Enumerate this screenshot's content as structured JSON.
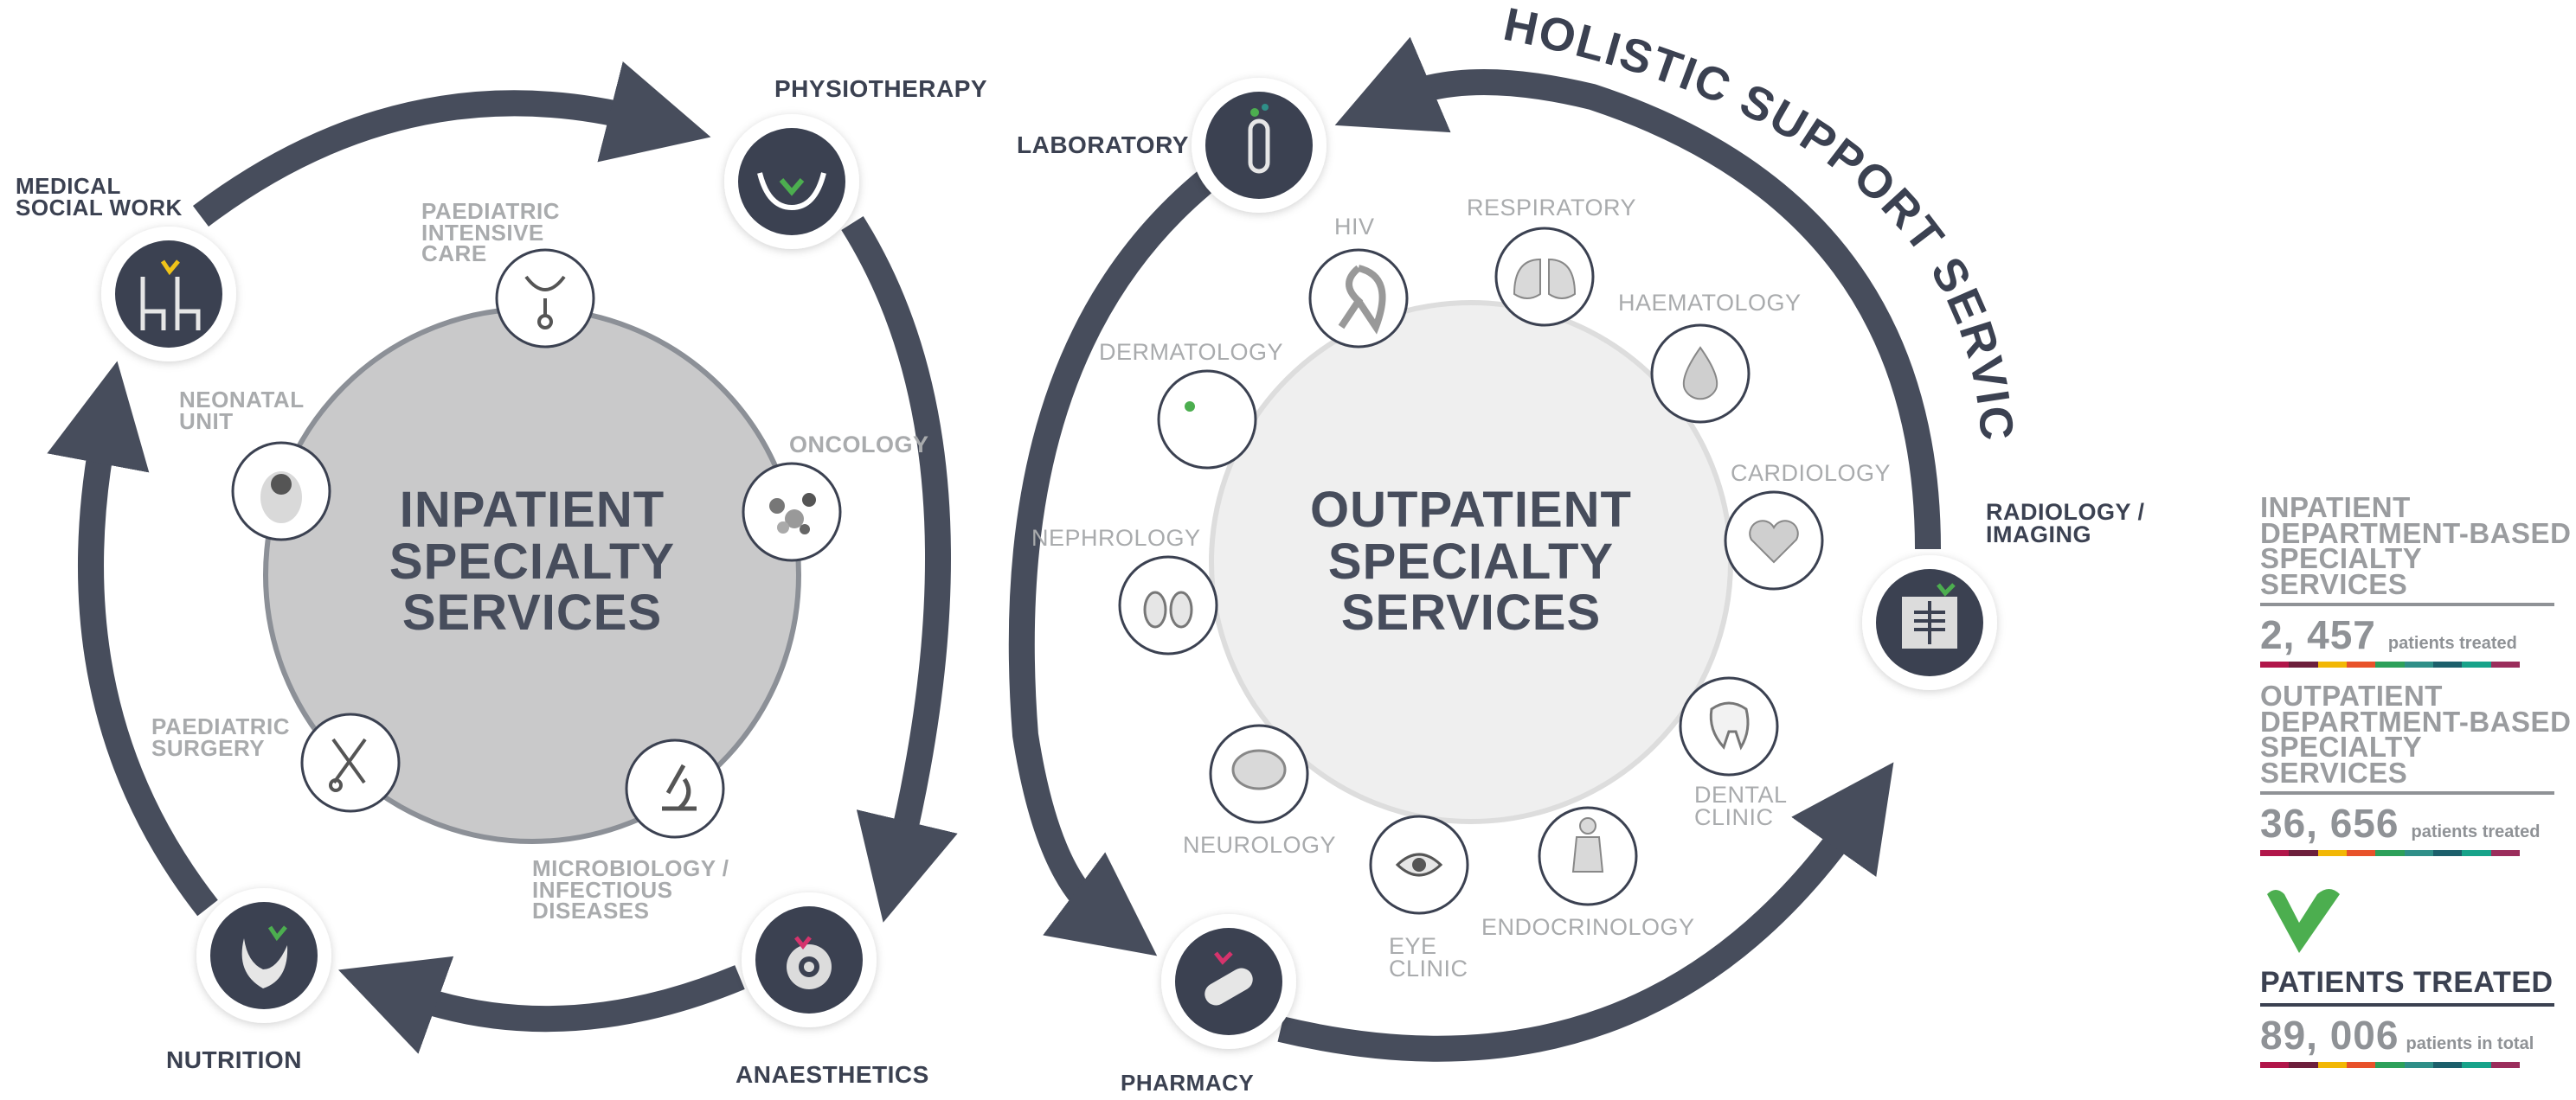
{
  "colors": {
    "arrow": "#474d5c",
    "inpatient_fill": "#c9c9ca",
    "outpatient_fill": "#efefef",
    "node_dark": "#3b4151",
    "label_dark": "#3b4151",
    "label_grey": "#a9abad",
    "heart_green": "#4cae4f",
    "heart_yellow": "#f0c419",
    "heart_red": "#d6336c"
  },
  "holistic_title": "HOLISTIC SUPPORT SERVICES",
  "inpatient": {
    "title": "INPATIENT\nSPECIALTY\nSERVICES",
    "services": [
      {
        "label": "PAEDIATRIC\nINTENSIVE\nCARE",
        "icon": "stethoscope-heart-icon"
      },
      {
        "label": "ONCOLOGY",
        "icon": "cells-icon"
      },
      {
        "label": "MICROBIOLOGY /\nINFECTIOUS\nDISEASES",
        "icon": "microscope-icon"
      },
      {
        "label": "PAEDIATRIC\nSURGERY",
        "icon": "surgical-tools-icon"
      },
      {
        "label": "NEONATAL\nUNIT",
        "icon": "baby-icon"
      }
    ]
  },
  "outpatient": {
    "title": "OUTPATIENT\nSPECIALTY\nSERVICES",
    "services": [
      {
        "label": "HIV",
        "icon": "ribbon-icon"
      },
      {
        "label": "RESPIRATORY",
        "icon": "lungs-icon"
      },
      {
        "label": "HAEMATOLOGY",
        "icon": "blood-drop-icon"
      },
      {
        "label": "CARDIOLOGY",
        "icon": "heart-icon"
      },
      {
        "label": "DENTAL\nCLINIC",
        "icon": "tooth-icon"
      },
      {
        "label": "ENDOCRINOLOGY",
        "icon": "body-icon"
      },
      {
        "label": "EYE\nCLINIC",
        "icon": "eye-icon"
      },
      {
        "label": "NEUROLOGY",
        "icon": "brain-icon"
      },
      {
        "label": "NEPHROLOGY",
        "icon": "kidneys-icon"
      },
      {
        "label": "DERMATOLOGY",
        "icon": "skin-icon"
      }
    ]
  },
  "support": [
    {
      "label": "PHYSIOTHERAPY",
      "icon": "hands-heart-icon"
    },
    {
      "label": "ANAESTHETICS",
      "icon": "gas-mask-icon"
    },
    {
      "label": "NUTRITION",
      "icon": "banana-icon"
    },
    {
      "label": "MEDICAL\nSOCIAL WORK",
      "icon": "chairs-icon"
    },
    {
      "label": "LABORATORY",
      "icon": "test-tube-icon"
    },
    {
      "label": "RADIOLOGY /\nIMAGING",
      "icon": "xray-icon"
    },
    {
      "label": "PHARMACY",
      "icon": "pill-icon"
    }
  ],
  "stats": {
    "inpatient": {
      "heading": "INPATIENT\nDEPARTMENT-BASED\nSPECIALTY SERVICES",
      "value": "2, 457",
      "unit": "patients treated"
    },
    "outpatient": {
      "heading": "OUTPATIENT\nDEPARTMENT-BASED\nSPECIALTY SERVICES",
      "value": "36, 656",
      "unit": "patients treated"
    },
    "total": {
      "heading": "PATIENTS TREATED",
      "value": "89, 006",
      "unit": "patients in total",
      "icon": "check-heart-icon"
    },
    "bar_colors": [
      "#b1164a",
      "#6d1f3c",
      "#f2b705",
      "#e8522a",
      "#2da05a",
      "#2f8f88",
      "#1c5f6b",
      "#17a38a",
      "#9b2d5c"
    ]
  }
}
